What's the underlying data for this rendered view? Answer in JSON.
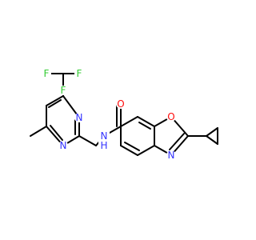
{
  "molecule": {
    "atom_labels": {
      "F1": "F",
      "F2": "F",
      "F3": "F",
      "N_ring_upper": "N",
      "N_ring_lower": "N",
      "N_amide": "N",
      "H_amide": "H",
      "O_carbonyl": "O",
      "O_oxazole": "O",
      "N_oxazole": "N"
    },
    "colors": {
      "bond": "#000000",
      "carbon": "#000000",
      "nitrogen": "#3333ff",
      "oxygen": "#ff0d0d",
      "fluorine": "#33cc33"
    }
  }
}
